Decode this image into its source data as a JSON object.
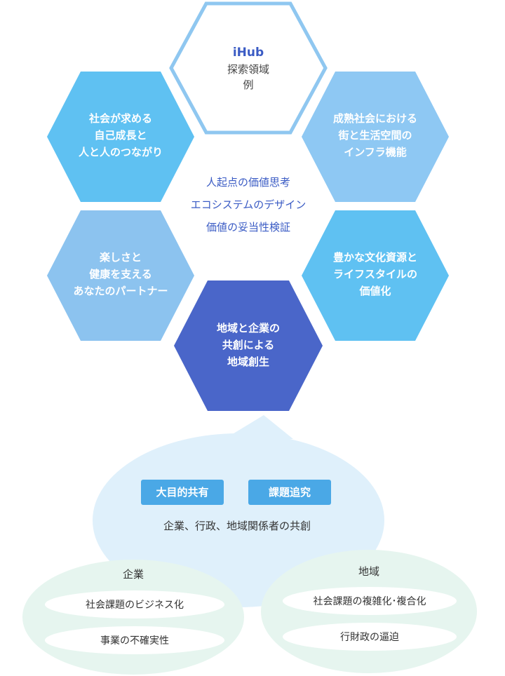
{
  "colors": {
    "hex_sky": "#5fc1f2",
    "hex_light": "#8ec8f3",
    "hex_pale": "#8cc3ef",
    "hex_navy": "#4a66c9",
    "hub_border": "#8fc7f0",
    "center_text": "#3a5bc4",
    "badge": "#4aa8e6",
    "cloud": "#dff0fb",
    "group_bg": "#e6f5ef"
  },
  "hexagons": {
    "hub": {
      "title": "iHub",
      "lines": [
        "探索領域",
        "例"
      ]
    },
    "top_left": {
      "lines": [
        "社会が求める",
        "自己成長と",
        "人と人のつながり"
      ]
    },
    "top_right": {
      "lines": [
        "成熟社会における",
        "街と生活空間の",
        "インフラ機能"
      ]
    },
    "bottom_left": {
      "lines": [
        "楽しさと",
        "健康を支える",
        "あなたのパートナー"
      ]
    },
    "bottom_right": {
      "lines": [
        "豊かな文化資源と",
        "ライフスタイルの",
        "価値化"
      ]
    },
    "bottom": {
      "lines": [
        "地域と企業の",
        "共創による",
        "地域創生"
      ]
    }
  },
  "center": {
    "lines": [
      "人起点の価値思考",
      "エコシステムのデザイン",
      "価値の妥当性検証"
    ]
  },
  "cloud": {
    "badges": [
      "大目的共有",
      "課題追究"
    ],
    "caption": "企業、行政、地域関係者の共創"
  },
  "groups": {
    "company": {
      "title": "企業",
      "items": [
        "社会課題のビジネス化",
        "事業の不確実性"
      ]
    },
    "region": {
      "title": "地域",
      "items": [
        "社会課題の複雑化･複合化",
        "行財政の逼迫"
      ]
    }
  }
}
